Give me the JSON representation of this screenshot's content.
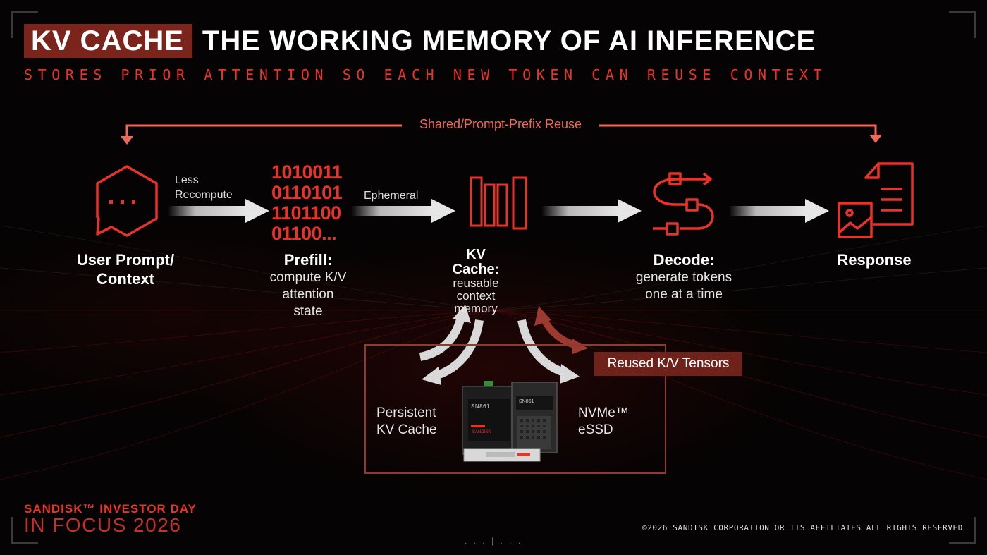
{
  "header": {
    "title_tag": "KV CACHE",
    "title_main": "THE WORKING MEMORY OF AI INFERENCE",
    "subtitle": "STORES PRIOR ATTENTION SO EACH NEW TOKEN CAN REUSE CONTEXT"
  },
  "colors": {
    "accent_red": "#e8332a",
    "badge_red": "#7a241c",
    "feedback_red": "#f2675a",
    "arrow_gray": "#d9d9d9"
  },
  "feedback": {
    "label": "Shared/Prompt-Prefix Reuse"
  },
  "nodes": {
    "user_prompt": {
      "title_line1": "User Prompt/",
      "title_line2": "Context",
      "icon": "chat-bubble-icon"
    },
    "prefill": {
      "title": "Prefill:",
      "sub_line1": "compute K/V",
      "sub_line2": "attention",
      "sub_line3": "state",
      "binary": [
        "1010011",
        "0110101",
        "1101100",
        "01100..."
      ]
    },
    "kv_cache": {
      "title_line1": "KV",
      "title_line2": "Cache:",
      "sub_line1": "reusable",
      "sub_line2": "context",
      "sub_line3": "memory",
      "icon": "cache-blocks-icon"
    },
    "decode": {
      "title": "Decode:",
      "sub_line1": "generate tokens",
      "sub_line2": "one at a time",
      "icon": "process-flow-icon"
    },
    "response": {
      "title": "Response",
      "icon": "document-image-icon"
    }
  },
  "arrows": {
    "user_to_prefill_line1": "Less",
    "user_to_prefill_line2": "Recompute",
    "prefill_to_kv": "Ephemeral"
  },
  "storage": {
    "left_line1": "Persistent",
    "left_line2": "KV Cache",
    "right_line1": "NVMe™",
    "right_line2": "eSSD",
    "badge": "Reused K/V Tensors",
    "drive_label": "SN861",
    "drive_brand": "SANDISK"
  },
  "footer": {
    "brand": "SANDISK™ INVESTOR DAY",
    "event": "IN FOCUS 2026",
    "copyright": "©2026 SANDISK CORPORATION OR ITS AFFILIATES ALL RIGHTS RESERVED",
    "pager": ". . . | . . ."
  }
}
